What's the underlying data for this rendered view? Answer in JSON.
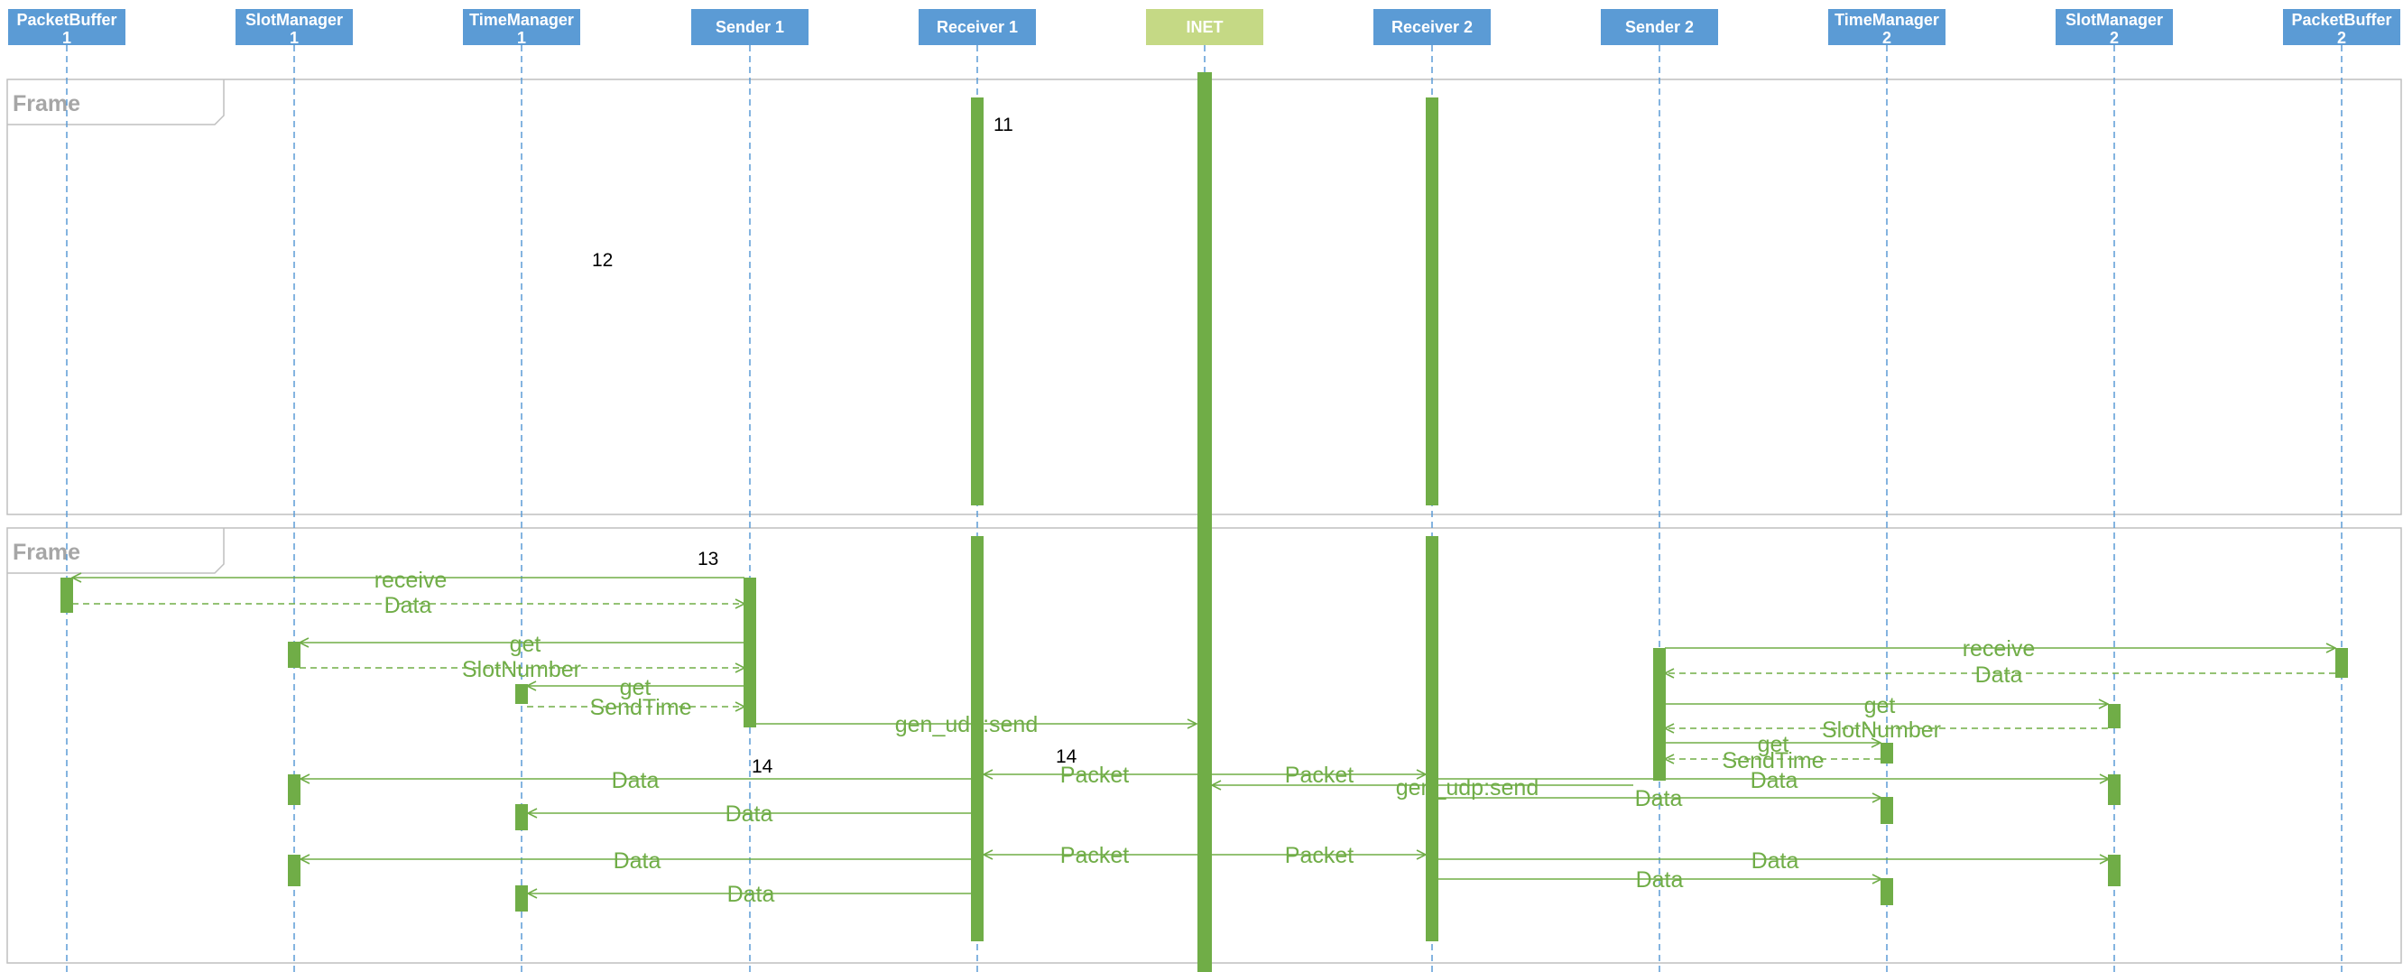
{
  "participants": [
    {
      "id": "pb1",
      "lines": [
        "PacketBuffer",
        "1"
      ],
      "kind": "component"
    },
    {
      "id": "sm1",
      "lines": [
        "SlotManager",
        "1"
      ],
      "kind": "component"
    },
    {
      "id": "tm1",
      "lines": [
        "TimeManager",
        "1"
      ],
      "kind": "component"
    },
    {
      "id": "s1",
      "lines": [
        "Sender 1"
      ],
      "kind": "component"
    },
    {
      "id": "r1",
      "lines": [
        "Receiver 1"
      ],
      "kind": "component"
    },
    {
      "id": "inet",
      "lines": [
        "INET"
      ],
      "kind": "network"
    },
    {
      "id": "r2",
      "lines": [
        "Receiver 2"
      ],
      "kind": "component"
    },
    {
      "id": "s2",
      "lines": [
        "Sender 2"
      ],
      "kind": "component"
    },
    {
      "id": "tm2",
      "lines": [
        "TimeManager",
        "2"
      ],
      "kind": "component"
    },
    {
      "id": "sm2",
      "lines": [
        "SlotManager",
        "2"
      ],
      "kind": "component"
    },
    {
      "id": "pb2",
      "lines": [
        "PacketBuffer",
        "2"
      ],
      "kind": "component"
    }
  ],
  "frames": [
    {
      "label": "Frame"
    },
    {
      "label": "Frame"
    }
  ],
  "numbers": [
    "11",
    "12",
    "13",
    "14",
    "14"
  ],
  "messages": [
    {
      "from": "s1",
      "to": "pb1",
      "label": "receive",
      "dashed": false
    },
    {
      "from": "pb1",
      "to": "s1",
      "label": "Data",
      "dashed": true
    },
    {
      "from": "s1",
      "to": "sm1",
      "label": "get",
      "dashed": false
    },
    {
      "from": "sm1",
      "to": "s1",
      "label": "SlotNumber",
      "dashed": true
    },
    {
      "from": "s1",
      "to": "tm1",
      "label": "get",
      "dashed": false
    },
    {
      "from": "tm1",
      "to": "s1",
      "label": "SendTime",
      "dashed": true
    },
    {
      "from": "s1",
      "to": "inet",
      "label": "gen_udp:send",
      "dashed": false
    },
    {
      "from": "s2",
      "to": "pb2",
      "label": "receive",
      "dashed": false
    },
    {
      "from": "pb2",
      "to": "s2",
      "label": "Data",
      "dashed": true
    },
    {
      "from": "s2",
      "to": "sm2",
      "label": "get",
      "dashed": false
    },
    {
      "from": "sm2",
      "to": "s2",
      "label": "SlotNumber",
      "dashed": true
    },
    {
      "from": "s2",
      "to": "tm2",
      "label": "get",
      "dashed": false
    },
    {
      "from": "tm2",
      "to": "s2",
      "label": "SendTime",
      "dashed": true
    },
    {
      "from": "inet",
      "to": "r1",
      "label": "Packet",
      "dashed": false
    },
    {
      "from": "inet",
      "to": "r2",
      "label": "Packet",
      "dashed": false
    },
    {
      "from": "s2",
      "to": "inet",
      "label": "gen_udp:send",
      "dashed": false
    },
    {
      "from": "r1",
      "to": "sm1",
      "label": "Data",
      "dashed": false
    },
    {
      "from": "r1",
      "to": "tm1",
      "label": "Data",
      "dashed": false
    },
    {
      "from": "r2",
      "to": "sm2",
      "label": "Data",
      "dashed": false
    },
    {
      "from": "r2",
      "to": "tm2",
      "label": "Data",
      "dashed": false
    },
    {
      "from": "inet",
      "to": "r1",
      "label": "Packet",
      "dashed": false
    },
    {
      "from": "inet",
      "to": "r2",
      "label": "Packet",
      "dashed": false
    },
    {
      "from": "r1",
      "to": "sm1",
      "label": "Data",
      "dashed": false
    },
    {
      "from": "r1",
      "to": "tm1",
      "label": "Data",
      "dashed": false
    },
    {
      "from": "r2",
      "to": "sm2",
      "label": "Data",
      "dashed": false
    },
    {
      "from": "r2",
      "to": "tm2",
      "label": "Data",
      "dashed": false
    }
  ],
  "colors": {
    "header_fill": "#5b9bd5",
    "inet_fill": "#c5d985",
    "lifeline": "#5b9bd5",
    "activation": "#70ad47",
    "message": "#70ad47",
    "frame_border": "#bfbfbf",
    "frame_label": "#a6a6a6"
  }
}
